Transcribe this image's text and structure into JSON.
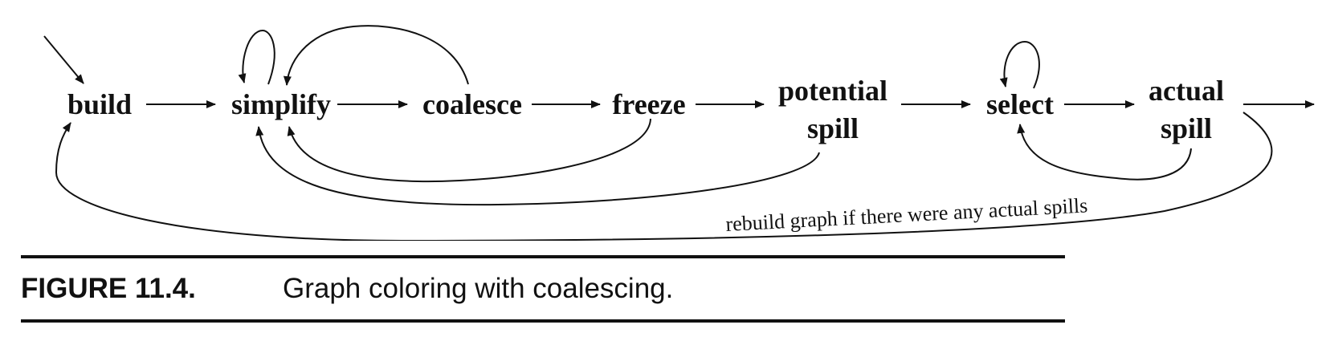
{
  "diagram": {
    "nodes": {
      "build": "build",
      "simplify": "simplify",
      "coalesce": "coalesce",
      "freeze": "freeze",
      "potential_spill_line1": "potential",
      "potential_spill_line2": "spill",
      "select": "select",
      "actual_spill_line1": "actual",
      "actual_spill_line2": "spill"
    },
    "rebuild_note": "rebuild graph if there were any actual spills"
  },
  "caption": {
    "label": "FIGURE 11.4.",
    "text": "Graph coloring with coalescing."
  }
}
